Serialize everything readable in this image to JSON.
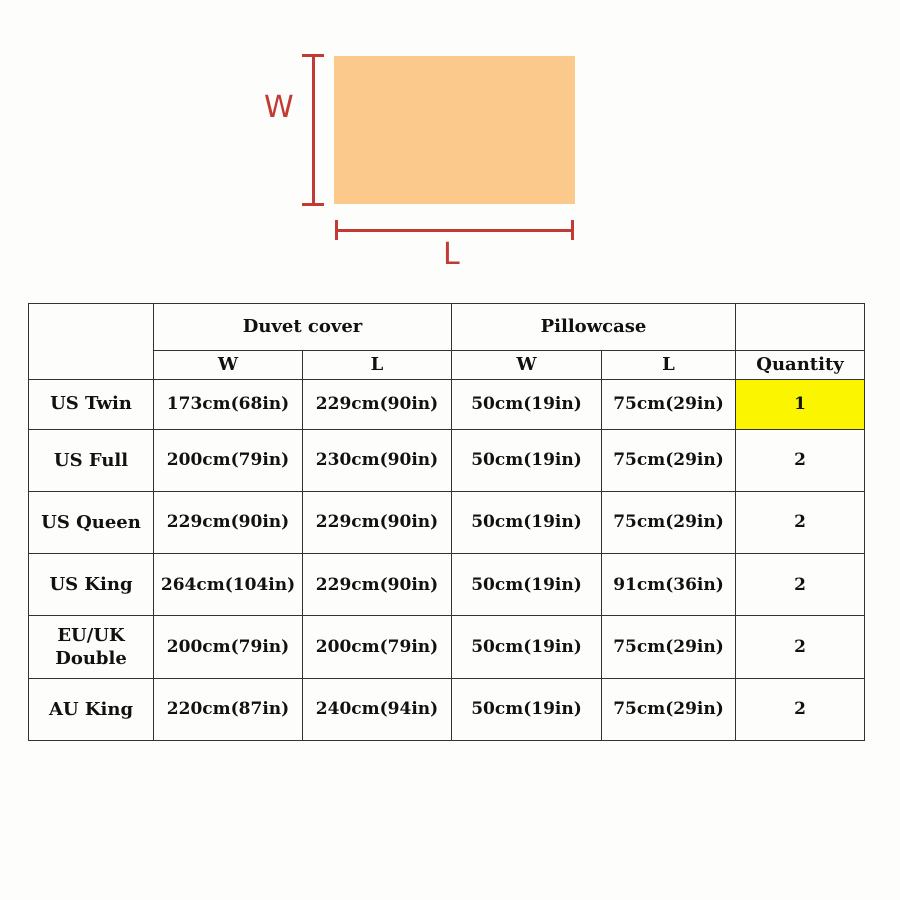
{
  "diagram": {
    "width_label": "W",
    "length_label": "L",
    "colors": {
      "fabric": "#fcc98d",
      "dimension_line": "#c23a34"
    }
  },
  "table": {
    "group_headers": {
      "duvet": "Duvet cover",
      "pillowcase": "Pillowcase"
    },
    "column_headers": {
      "duvet_w": "W",
      "duvet_l": "L",
      "pillow_w": "W",
      "pillow_l": "L",
      "quantity": "Quantity"
    },
    "highlight_color": "#fbf600",
    "rows": [
      {
        "size": "US Twin",
        "duvet_w": "173cm(68in)",
        "duvet_l": "229cm(90in)",
        "pillow_w": "50cm(19in)",
        "pillow_l": "75cm(29in)",
        "quantity": "1"
      },
      {
        "size": "US Full",
        "duvet_w": "200cm(79in)",
        "duvet_l": "230cm(90in)",
        "pillow_w": "50cm(19in)",
        "pillow_l": "75cm(29in)",
        "quantity": "2"
      },
      {
        "size": "US Queen",
        "duvet_w": "229cm(90in)",
        "duvet_l": "229cm(90in)",
        "pillow_w": "50cm(19in)",
        "pillow_l": "75cm(29in)",
        "quantity": "2"
      },
      {
        "size": "US King",
        "duvet_w": "264cm(104in)",
        "duvet_l": "229cm(90in)",
        "pillow_w": "50cm(19in)",
        "pillow_l": "91cm(36in)",
        "quantity": "2"
      },
      {
        "size": "EU/UK Double",
        "duvet_w": "200cm(79in)",
        "duvet_l": "200cm(79in)",
        "pillow_w": "50cm(19in)",
        "pillow_l": "75cm(29in)",
        "quantity": "2"
      },
      {
        "size": "AU King",
        "duvet_w": "220cm(87in)",
        "duvet_l": "240cm(94in)",
        "pillow_w": "50cm(19in)",
        "pillow_l": "75cm(29in)",
        "quantity": "2"
      }
    ]
  }
}
